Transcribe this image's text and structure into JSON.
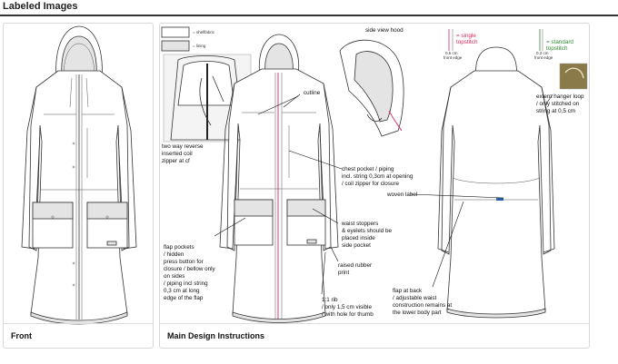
{
  "header": {
    "title": "Labeled Images"
  },
  "cards": {
    "front": {
      "caption": "Front"
    },
    "main": {
      "caption": "Main Design Instructions"
    }
  },
  "legend": {
    "shell": "= shellfabric",
    "lining": "= lining"
  },
  "annotations": {
    "side_view_hood": "side view hood",
    "cutline": "cutline",
    "two_way_zipper": [
      "two way reverse",
      "inserted coil",
      "zipper at cf"
    ],
    "chest_pocket": [
      "chest pocket / piping",
      "incl. string 0,3cm at opening",
      "/ coil zipper for closure"
    ],
    "woven_label": "woven label",
    "waist_stoppers": [
      "waist stoppers",
      "& eyelets should be",
      "placed inside",
      "side pocket"
    ],
    "rubber_print": [
      "raised rubber",
      "print"
    ],
    "flap_pockets": [
      "flap pockets",
      "/ hidden",
      "press button for",
      "closure / bellow only",
      "on sides",
      "/ piping incl string",
      "0,3 cm at long",
      "edge of the flap"
    ],
    "rib": [
      "1:1 rib",
      "/ only 1,5 cm visible",
      "/ with hole for thumb"
    ],
    "flap_back": [
      "flap at back",
      "/ adjustable waist",
      "construction remains at",
      "the lower body part"
    ],
    "hanger_loop": [
      "extern hanger loop",
      "/ only stitched on",
      "string at 0,5 cm"
    ],
    "single_topstitch": [
      "= single",
      "topstitch"
    ],
    "standard_topstitch": [
      "= standard",
      "topstitch"
    ],
    "front_edge_1": [
      "0,5 cm",
      "front edge"
    ],
    "front_edge_2": [
      "0,2 cm",
      "front edge"
    ]
  },
  "colors": {
    "accent_red": "#d62a5a",
    "accent_green": "#2f8a2f",
    "lining_gray": "#e4e4e4",
    "rule": "#333333"
  }
}
